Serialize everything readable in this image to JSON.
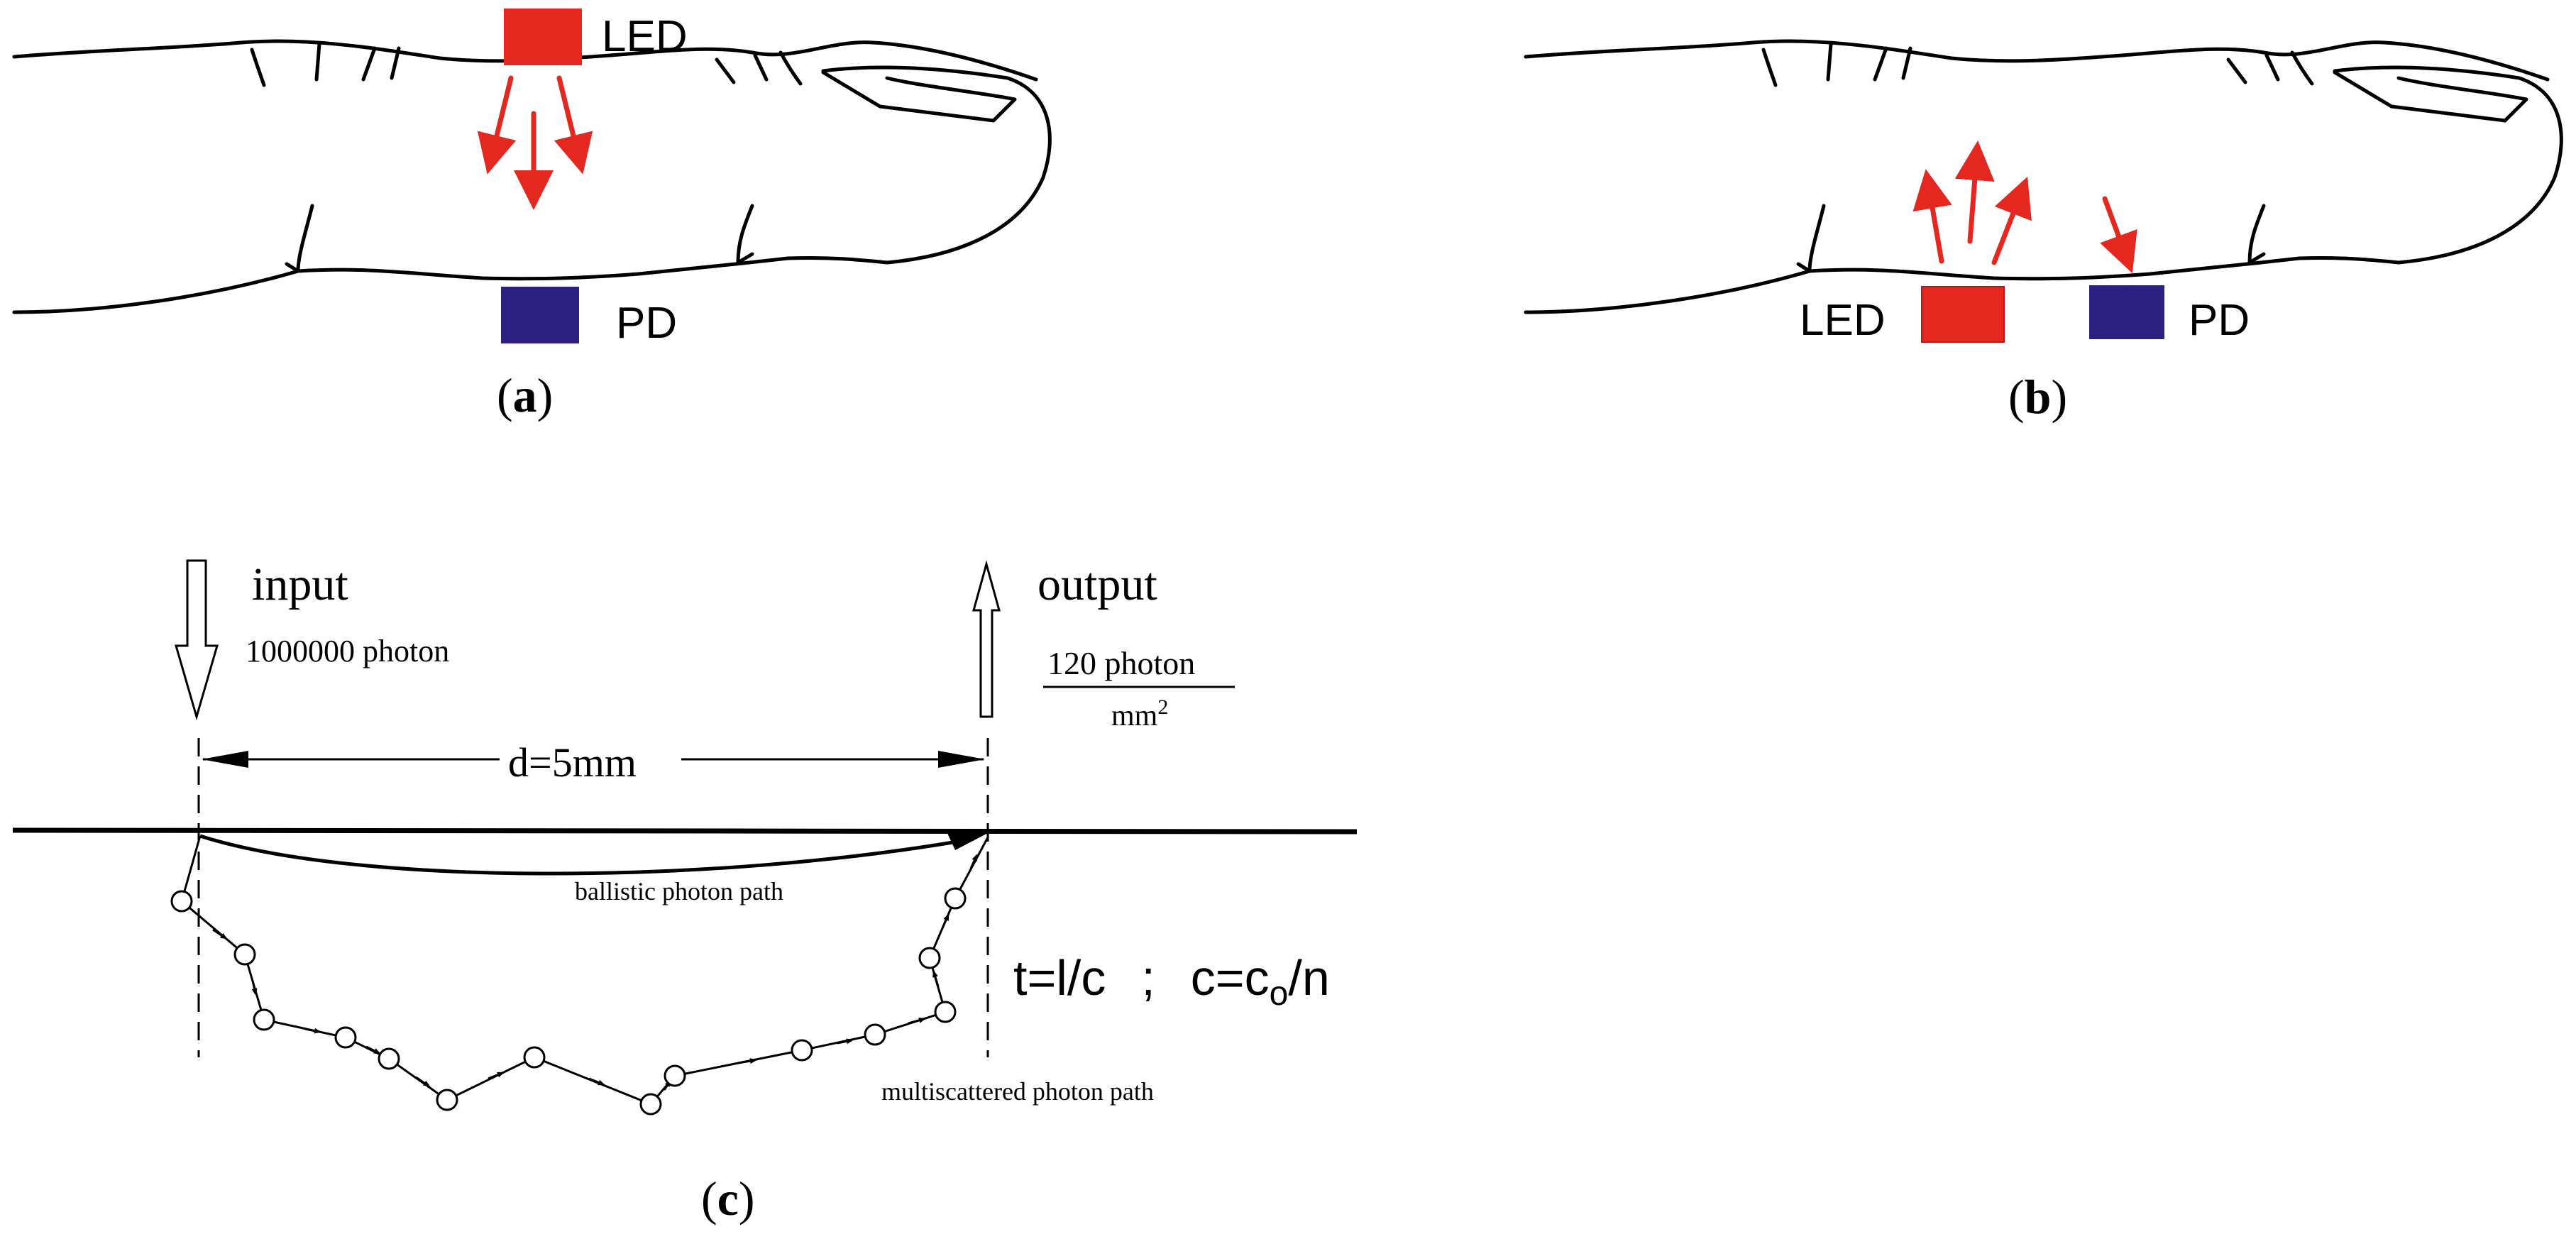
{
  "panel_a": {
    "led_label": "LED",
    "pd_label": "PD",
    "caption": {
      "open": "(",
      "letter": "a",
      "close": ")"
    }
  },
  "panel_b": {
    "led_label": "LED",
    "pd_label": "PD",
    "caption": {
      "open": "(",
      "letter": "b",
      "close": ")"
    }
  },
  "panel_c": {
    "input_label": "input",
    "input_count": "1000000 photon",
    "output_label": "output",
    "output_count": "120 photon",
    "output_unit": "mm",
    "output_unit_exp": "2",
    "distance_label": "d=5mm",
    "ballistic_label": "ballistic photon path",
    "multiscattered_label": "multiscattered photon path",
    "formula_t": "t=l/c",
    "formula_sep": ";",
    "formula_c": "c=c",
    "formula_c_sub": "o",
    "formula_n": "/n",
    "caption": {
      "open": "(",
      "letter": "c",
      "close": ")"
    }
  },
  "colors": {
    "led": "#e4271f",
    "pd": "#2b1f80",
    "arrow": "#e4271f",
    "line": "#000000"
  }
}
